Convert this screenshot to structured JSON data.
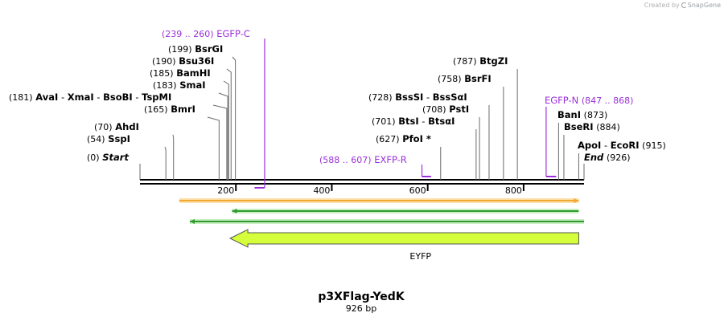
{
  "credit": {
    "prefix": "Created by",
    "brand": "SnapGene"
  },
  "plasmid": {
    "name": "p3XFlag-YedK",
    "size": "926 bp",
    "length_bp": 926
  },
  "axis": {
    "ticks": [
      "200",
      "400",
      "600",
      "800"
    ],
    "tick_values": [
      200,
      400,
      600,
      800
    ]
  },
  "colors": {
    "primer": "#9b30d9",
    "feature": "#d4ff3a",
    "orf_orange": "#f0a830",
    "orf_green": "#2e9b2e",
    "text": "#000000"
  },
  "sites": [
    {
      "id": "start",
      "pos": 0,
      "parts": [
        {
          "t": "(0)",
          "k": "num"
        },
        {
          "t": "Start",
          "k": "endlabel"
        }
      ]
    },
    {
      "id": "sspi",
      "pos": 54,
      "parts": [
        {
          "t": "(54)",
          "k": "num"
        },
        {
          "t": "SspI",
          "k": "enz"
        }
      ]
    },
    {
      "id": "ahdi",
      "pos": 70,
      "parts": [
        {
          "t": "(70)",
          "k": "num"
        },
        {
          "t": "AhdI",
          "k": "enz"
        }
      ]
    },
    {
      "id": "bmri",
      "pos": 165,
      "parts": [
        {
          "t": "(165)",
          "k": "num"
        },
        {
          "t": "BmrI",
          "k": "enz"
        }
      ]
    },
    {
      "id": "avai",
      "pos": 181,
      "parts": [
        {
          "t": "(181)",
          "k": "num"
        },
        {
          "t": "AvaI",
          "k": "enz"
        },
        {
          "t": "-",
          "k": "sep"
        },
        {
          "t": "XmaI",
          "k": "enz"
        },
        {
          "t": "-",
          "k": "sep"
        },
        {
          "t": "BsoBI",
          "k": "enz"
        },
        {
          "t": "-",
          "k": "sep"
        },
        {
          "t": "TspMI",
          "k": "enz"
        }
      ]
    },
    {
      "id": "smai",
      "pos": 183,
      "parts": [
        {
          "t": "(183)",
          "k": "num"
        },
        {
          "t": "SmaI",
          "k": "enz"
        }
      ]
    },
    {
      "id": "bamhi",
      "pos": 185,
      "parts": [
        {
          "t": "(185)",
          "k": "num"
        },
        {
          "t": "BamHI",
          "k": "enz"
        }
      ]
    },
    {
      "id": "bsu36i",
      "pos": 190,
      "parts": [
        {
          "t": "(190)",
          "k": "num"
        },
        {
          "t": "Bsu36I",
          "k": "enz"
        }
      ]
    },
    {
      "id": "bsrgi",
      "pos": 199,
      "parts": [
        {
          "t": "(199)",
          "k": "num"
        },
        {
          "t": "BsrGI",
          "k": "enz"
        }
      ]
    },
    {
      "id": "pfoi",
      "pos": 627,
      "parts": [
        {
          "t": "(627)",
          "k": "num"
        },
        {
          "t": "PfoI *",
          "k": "enz"
        }
      ]
    },
    {
      "id": "btsi",
      "pos": 701,
      "parts": [
        {
          "t": "(701)",
          "k": "num"
        },
        {
          "t": "BtsI",
          "k": "enz"
        },
        {
          "t": "-",
          "k": "sep"
        },
        {
          "t": "BtsαI",
          "k": "enz"
        }
      ]
    },
    {
      "id": "psti",
      "pos": 708,
      "parts": [
        {
          "t": "(708)",
          "k": "num"
        },
        {
          "t": "PstI",
          "k": "enz"
        }
      ]
    },
    {
      "id": "bsssi",
      "pos": 728,
      "parts": [
        {
          "t": "(728)",
          "k": "num"
        },
        {
          "t": "BssSI",
          "k": "enz"
        },
        {
          "t": "-",
          "k": "sep"
        },
        {
          "t": "BssSαI",
          "k": "enz"
        }
      ]
    },
    {
      "id": "bsrfi",
      "pos": 758,
      "parts": [
        {
          "t": "(758)",
          "k": "num"
        },
        {
          "t": "BsrFI",
          "k": "enz"
        }
      ]
    },
    {
      "id": "btgzi",
      "pos": 787,
      "parts": [
        {
          "t": "(787)",
          "k": "num"
        },
        {
          "t": "BtgZI",
          "k": "enz"
        }
      ]
    },
    {
      "id": "bani",
      "pos": 873,
      "parts": [
        {
          "t": "BanI",
          "k": "enz"
        },
        {
          "t": "(873)",
          "k": "num"
        }
      ]
    },
    {
      "id": "bseri",
      "pos": 884,
      "parts": [
        {
          "t": "BseRI",
          "k": "enz"
        },
        {
          "t": "(884)",
          "k": "num"
        }
      ]
    },
    {
      "id": "apoi",
      "pos": 915,
      "parts": [
        {
          "t": "ApoI",
          "k": "enz"
        },
        {
          "t": "-",
          "k": "sep"
        },
        {
          "t": "EcoRI",
          "k": "enz"
        },
        {
          "t": "(915)",
          "k": "num"
        }
      ]
    },
    {
      "id": "end",
      "pos": 926,
      "parts": [
        {
          "t": "End",
          "k": "endlabel"
        },
        {
          "t": "(926)",
          "k": "num"
        }
      ]
    }
  ],
  "primers": [
    {
      "id": "egfp-c",
      "start": 239,
      "end": 260,
      "strand": "reverse",
      "parts": [
        {
          "t": "(239 .. 260)",
          "k": "pnum"
        },
        {
          "t": "EGFP-C",
          "k": "pname"
        }
      ]
    },
    {
      "id": "exfp-r",
      "start": 588,
      "end": 607,
      "strand": "forward",
      "parts": [
        {
          "t": "(588 .. 607)",
          "k": "pnum"
        },
        {
          "t": "EXFP-R",
          "k": "pname"
        }
      ]
    },
    {
      "id": "egfp-n",
      "start": 847,
      "end": 868,
      "strand": "forward",
      "parts": [
        {
          "t": "EGFP-N",
          "k": "pname"
        },
        {
          "t": "(847 .. 868)",
          "k": "pnum"
        }
      ]
    }
  ],
  "orfs": [
    {
      "id": "orf-1",
      "start": 82,
      "end": 915,
      "strand": "forward",
      "color": "orange"
    },
    {
      "id": "orf-2",
      "start": 192,
      "end": 915,
      "strand": "reverse",
      "color": "green"
    },
    {
      "id": "orf-3",
      "start": 104,
      "end": 926,
      "strand": "reverse",
      "color": "green"
    }
  ],
  "features": [
    {
      "id": "eyfp",
      "start": 188,
      "end": 915,
      "strand": "reverse",
      "label": "EYFP"
    }
  ]
}
